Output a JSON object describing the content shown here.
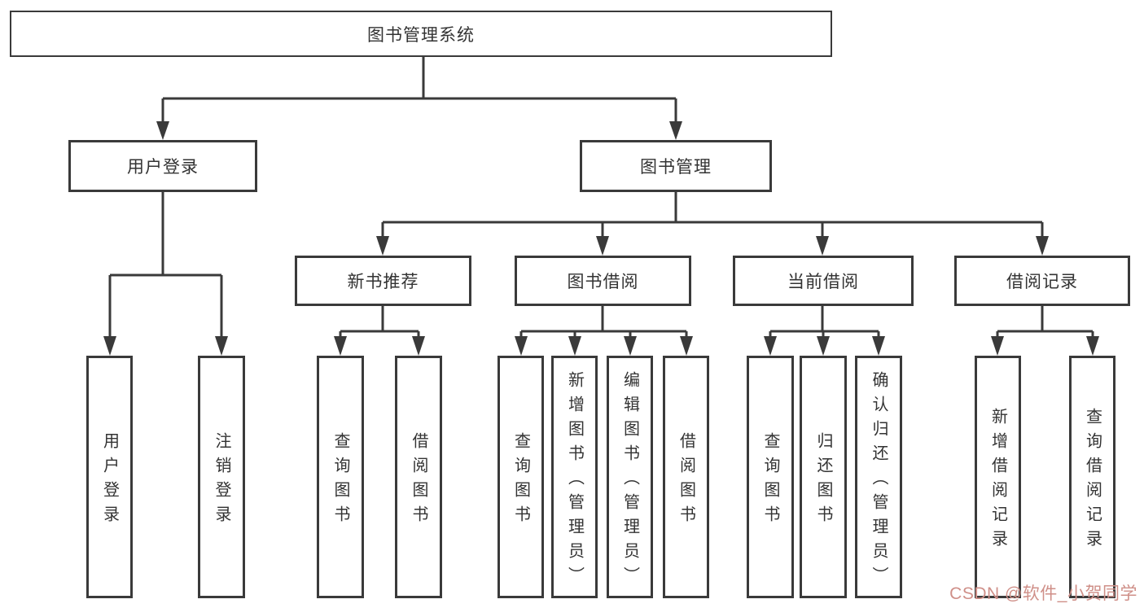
{
  "diagram_title": "图书管理系统",
  "tree": {
    "root": {
      "label": "图书管理系统"
    },
    "branches": [
      {
        "label": "用户登录",
        "children": [
          {
            "label": "用户登录"
          },
          {
            "label": "注销登录"
          }
        ]
      },
      {
        "label": "图书管理",
        "children": [
          {
            "label": "新书推荐",
            "children": [
              {
                "label": "查询图书"
              },
              {
                "label": "借阅图书"
              }
            ]
          },
          {
            "label": "图书借阅",
            "children": [
              {
                "label": "查询图书"
              },
              {
                "label": "新增图书（管理员）"
              },
              {
                "label": "编辑图书（管理员）"
              },
              {
                "label": "借阅图书"
              }
            ]
          },
          {
            "label": "当前借阅",
            "children": [
              {
                "label": "查询图书"
              },
              {
                "label": "归还图书"
              },
              {
                "label": "确认归还（管理员）"
              }
            ]
          },
          {
            "label": "借阅记录",
            "children": [
              {
                "label": "新增借阅记录"
              },
              {
                "label": "查询借阅记录"
              }
            ]
          }
        ]
      }
    ]
  },
  "watermark": {
    "text": "CSDN @软件_小贺同学"
  },
  "colors": {
    "line": "#3a3a3a",
    "text": "#333333",
    "background": "#ffffff",
    "watermark": "#cf8f88"
  }
}
